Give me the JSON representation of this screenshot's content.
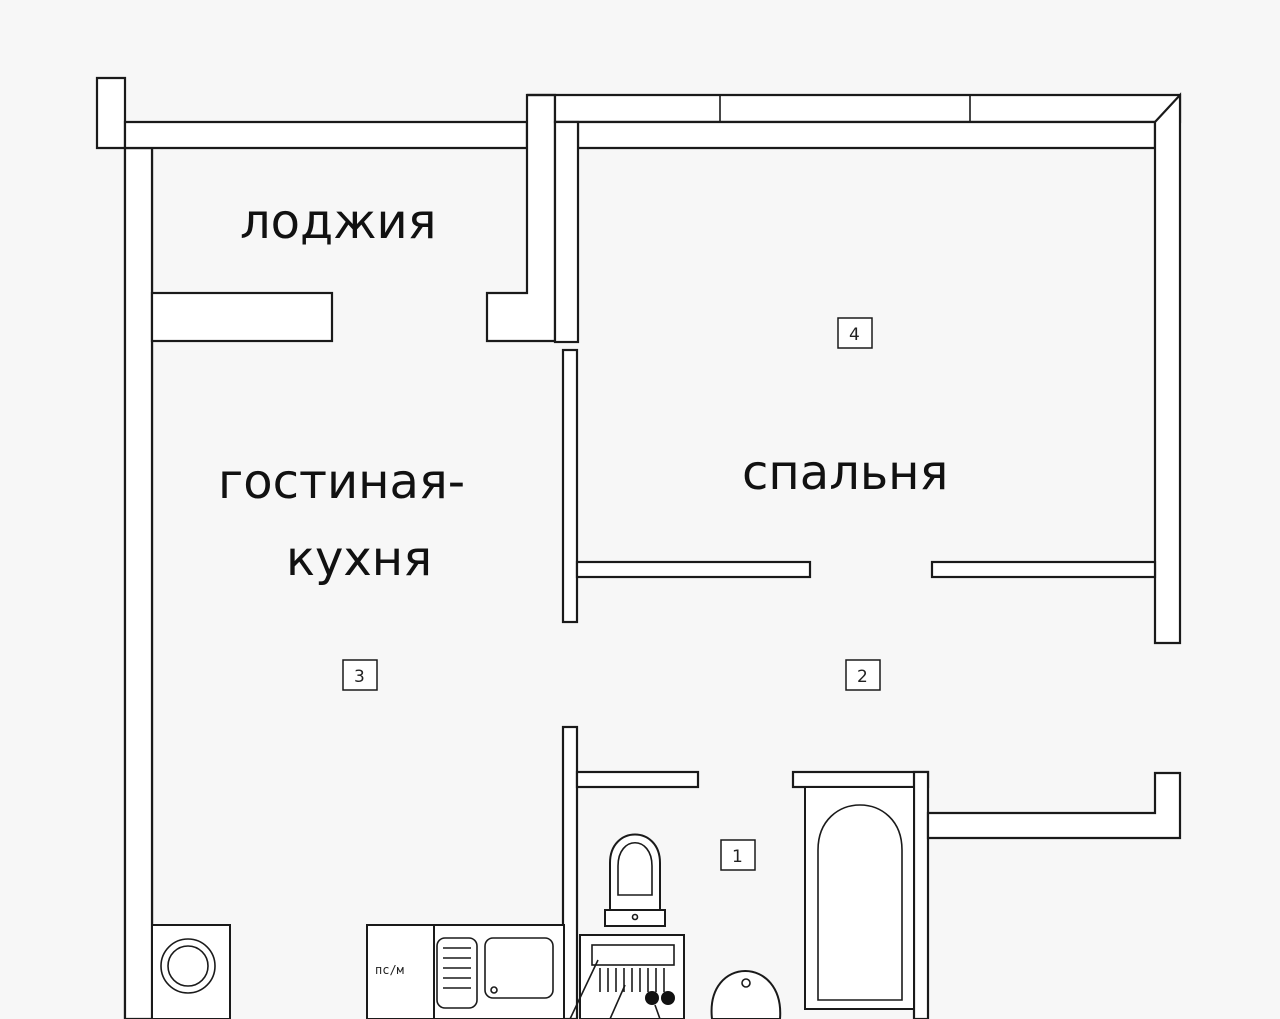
{
  "rooms": {
    "loggia": "лоджия",
    "living_kitchen_line1": "гостиная-",
    "living_kitchen_line2": "кухня",
    "bedroom": "спальня"
  },
  "room_numbers": {
    "bathroom": "1",
    "hall": "2",
    "living": "3",
    "bedroom": "4"
  },
  "labels": {
    "shaft": "пс/м"
  },
  "colors": {
    "background": "#f7f7f7",
    "lines": "#1a1a1a",
    "text": "#111111"
  }
}
